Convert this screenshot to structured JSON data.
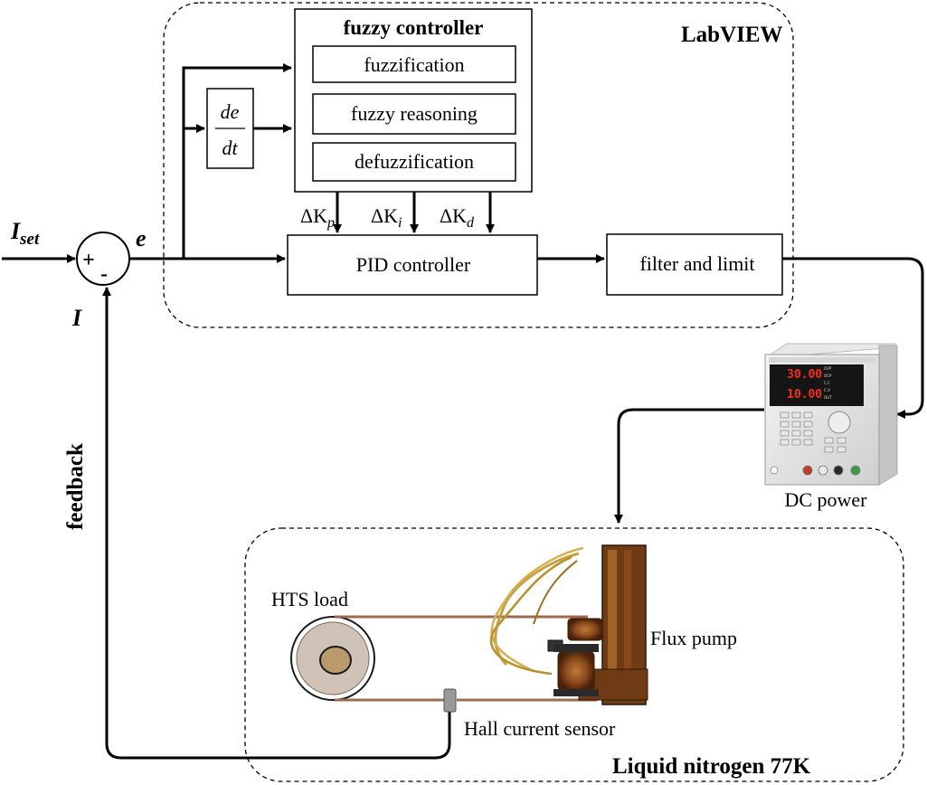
{
  "diagram": {
    "labview_region": {
      "label": "LabVIEW"
    },
    "nitrogen_region": {
      "label": "Liquid nitrogen 77K"
    },
    "fuzzy_controller": {
      "title": "fuzzy controller",
      "stages": [
        "fuzzification",
        "fuzzy reasoning",
        "defuzzification"
      ]
    },
    "derivative": {
      "numerator": "de",
      "denominator": "dt"
    },
    "gains": [
      {
        "base": "ΔK",
        "sub": "p"
      },
      {
        "base": "ΔK",
        "sub": "i"
      },
      {
        "base": "ΔK",
        "sub": "d"
      }
    ],
    "pid": {
      "label": "PID controller"
    },
    "filter": {
      "label": "filter and limit"
    },
    "summing_junction": {
      "plus": "+",
      "minus": "-"
    },
    "signals": {
      "setpoint_base": "I",
      "setpoint_sub": "set",
      "error": "e",
      "measured": "I",
      "feedback": "feedback"
    },
    "dc_power": {
      "label": "DC power",
      "display_voltage": "30.00",
      "display_current": "10.00",
      "indicators": [
        "OVP",
        "OCP",
        "C.C",
        "C.V",
        "OUT"
      ]
    },
    "hts_load": {
      "label": "HTS load"
    },
    "flux_pump": {
      "label": "Flux pump"
    },
    "hall_sensor": {
      "label": "Hall current sensor"
    },
    "colors": {
      "line": "#000000",
      "coil_copper": "#8a4a1c",
      "loop_wire": "#9c6b52",
      "display_red": "#ff2a1a"
    }
  }
}
